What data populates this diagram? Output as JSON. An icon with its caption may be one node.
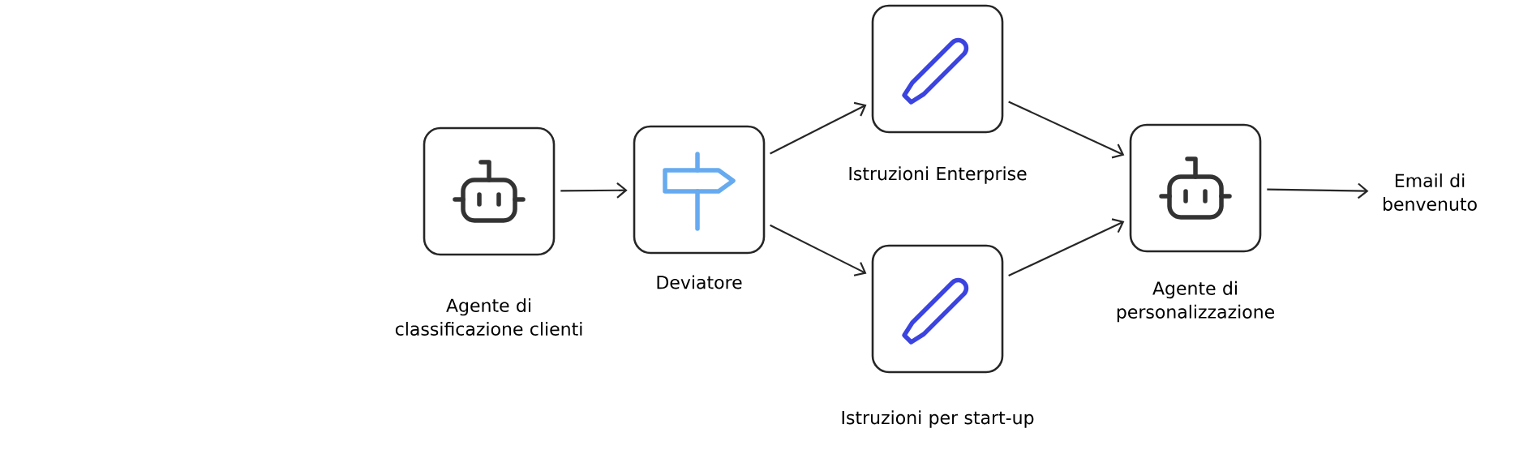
{
  "diagram": {
    "nodes": [
      {
        "text": [
          "Agente di classificazione clienti"
        ]
      },
      {
        "text": [
          "Deviatore"
        ]
      },
      {
        "text": [
          "Istruzioni Enterprise"
        ]
      },
      {
        "text": [
          "Istruzioni per start-up"
        ]
      },
      {
        "text": [
          "Agente di personalizzazione"
        ]
      },
      {
        "text": [
          "Email di benvenuto"
        ]
      }
    ],
    "edges": [
      {
        "from": 0,
        "to": 1,
        "arrow": "to"
      },
      {
        "from": 1,
        "to": 2,
        "arrow": "to"
      },
      {
        "from": 1,
        "to": 3,
        "arrow": "to"
      },
      {
        "from": 2,
        "to": 4,
        "arrow": "to"
      },
      {
        "from": 3,
        "to": 4,
        "arrow": "to"
      },
      {
        "from": 4,
        "to": 5,
        "arrow": "to"
      }
    ]
  }
}
